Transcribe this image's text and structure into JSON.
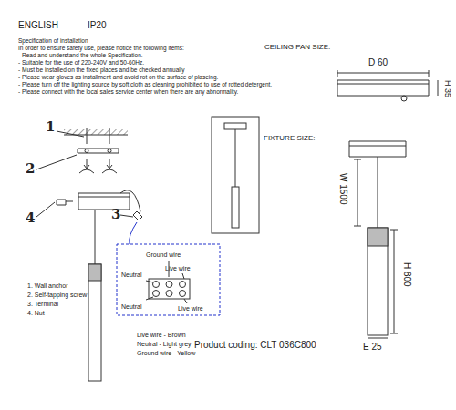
{
  "diagram": {
    "labels": [
      "ENGLISH",
      "IP20",
      "Specification of installation",
      "In order to ensure safety use, please notice the following items:",
      "- Read and understand the whole Specification.",
      "- Suitable for the use of 220-240V and 50-60Hz.",
      "- Must be installed on the fixed places and be checked annually",
      "- Please wear gloves as installment and avoid rot on the surface of plaseing.",
      "- Please turn off the lighting source by soft cloth as cleaning prohibited to use of rotted detergent.",
      "- Please connect with the local sales service center when there are any abnormality.",
      "CEILING PAN SIZE:",
      "D 60",
      "H 35",
      "FIXTURE SIZE:",
      "W 1500",
      "H 800",
      "E 25",
      "1",
      "2",
      "3",
      "4",
      "1. Wall anchor",
      "2. Self-tapping screw",
      "3. Terminal",
      "4. Nut",
      "Ground wire",
      "Neutral",
      "Live wire",
      "Neutral",
      "Live wire",
      "Live wire - Brown",
      "Neutral - Light grey",
      "Ground wire - Yellow",
      "Product coding: CLT 036C800"
    ]
  }
}
